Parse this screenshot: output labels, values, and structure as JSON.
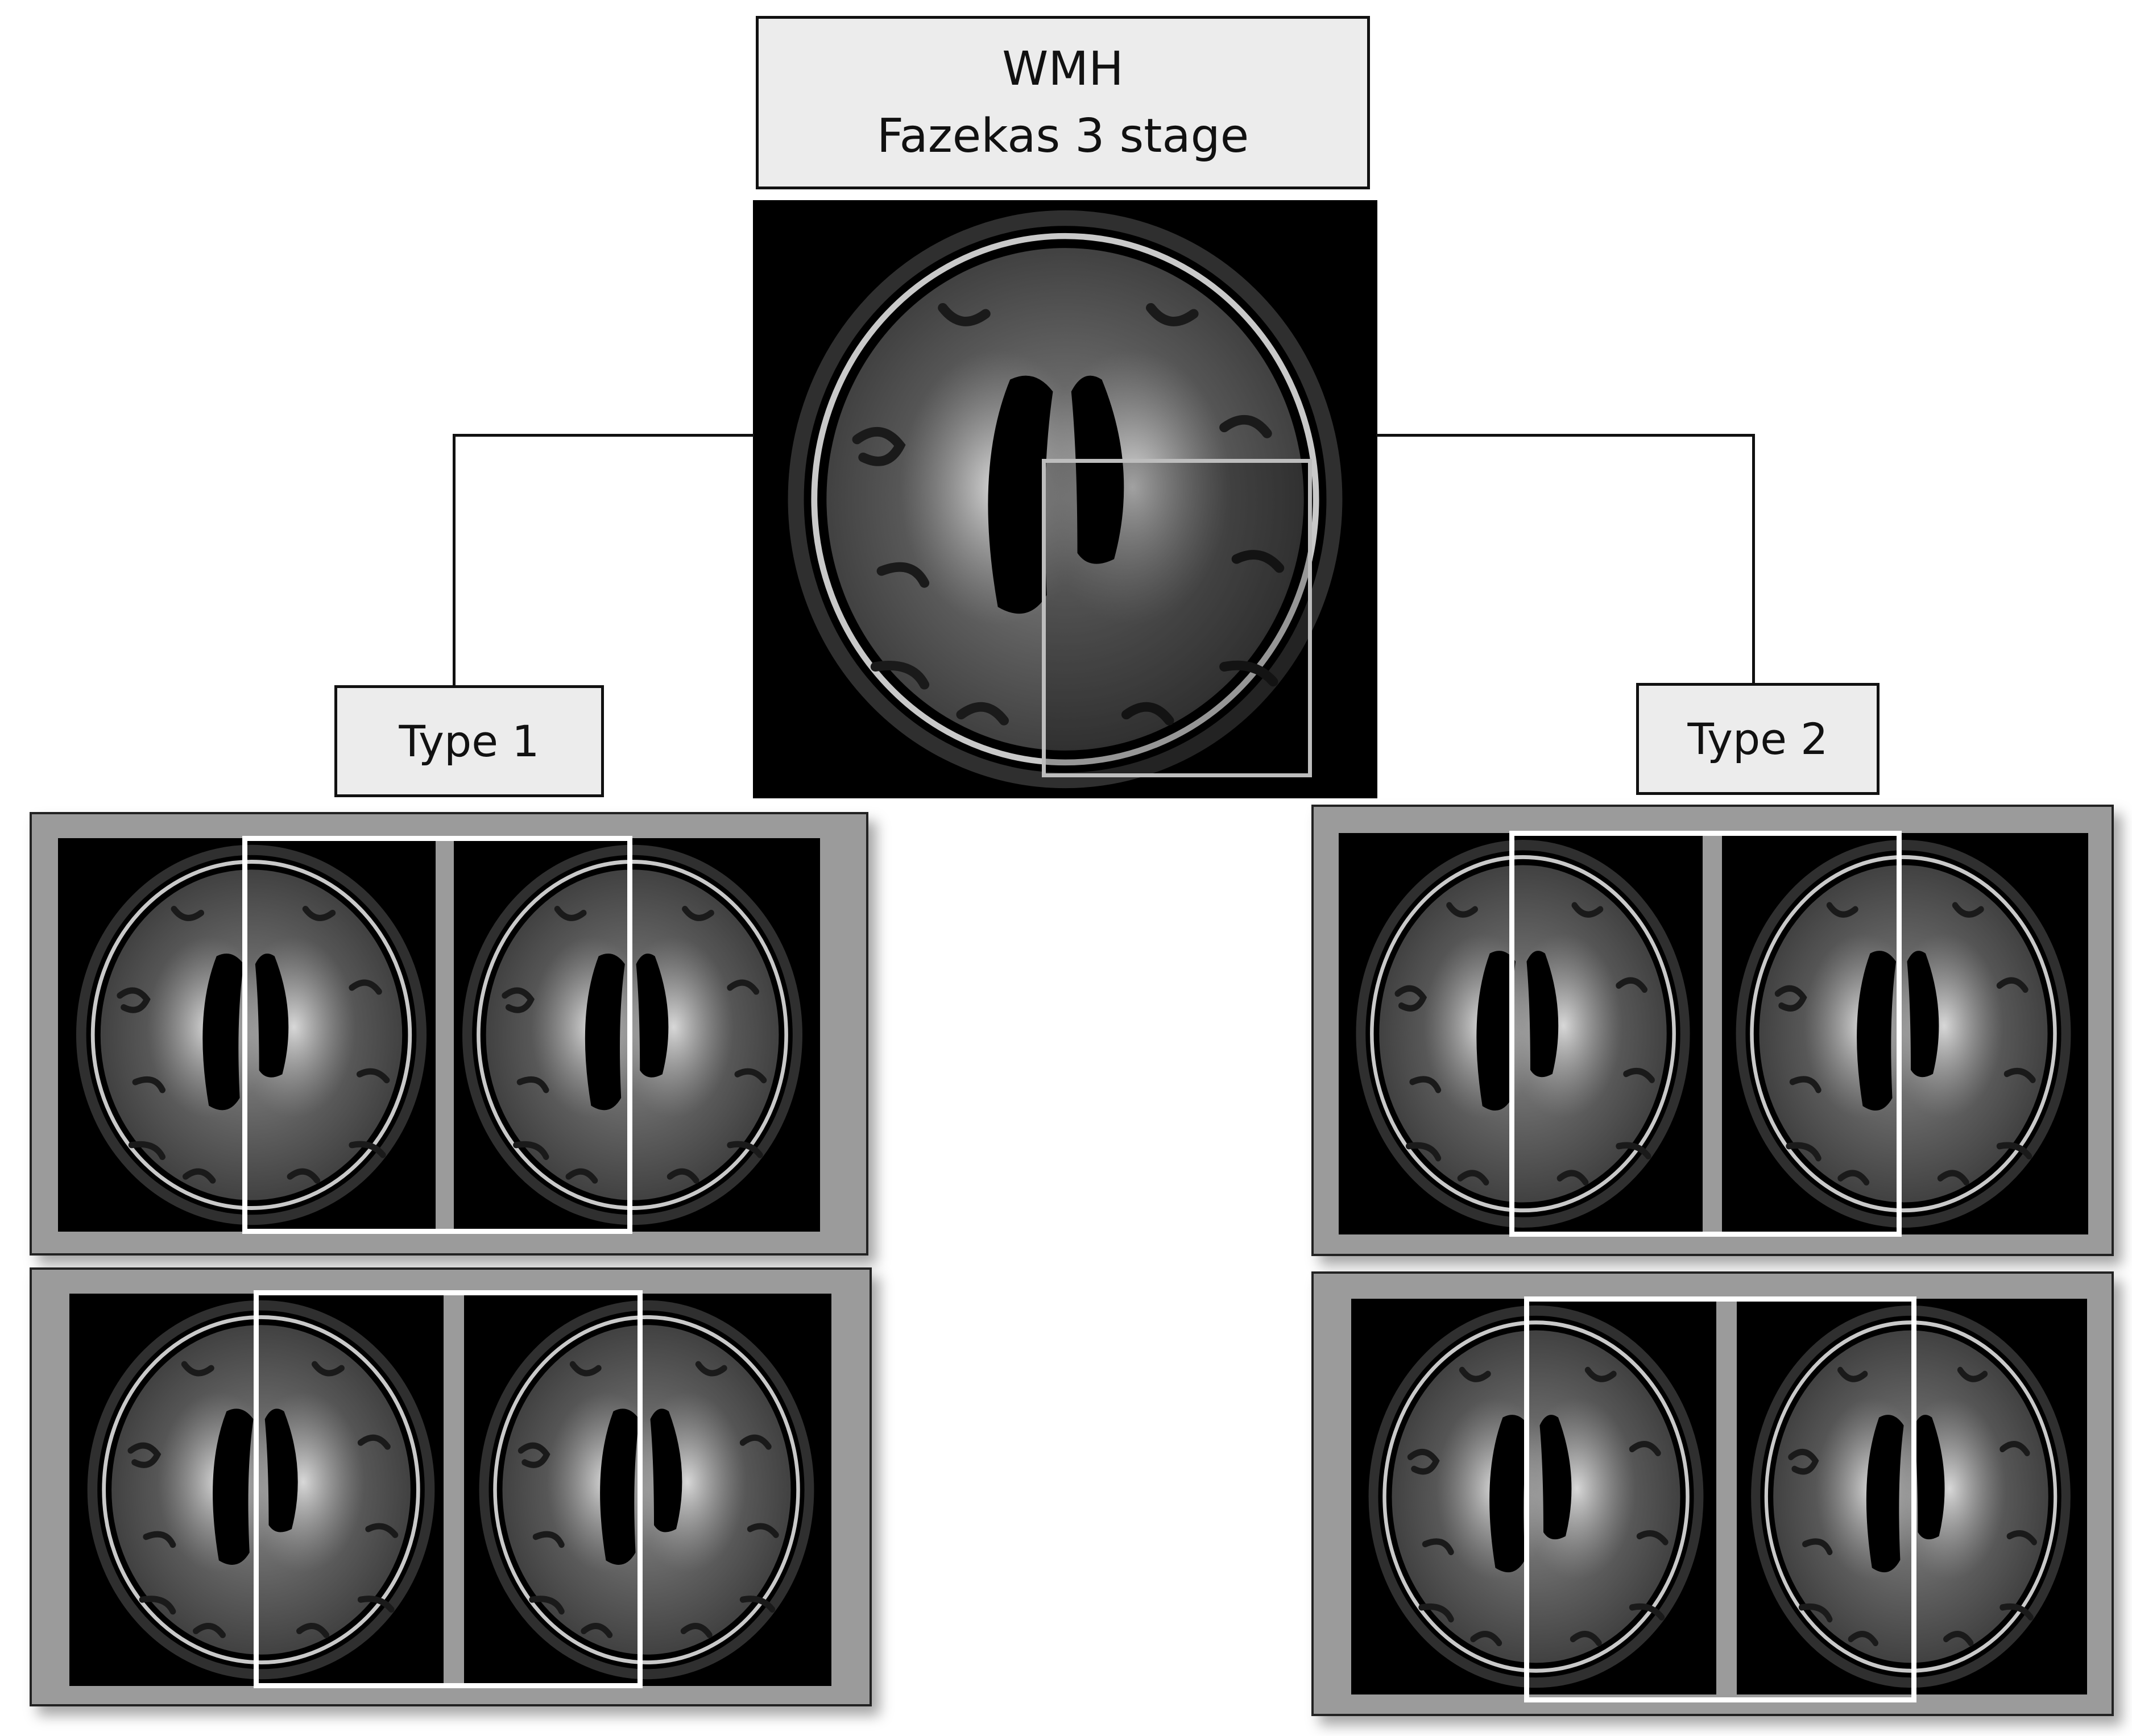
{
  "header": {
    "line1": "WMH",
    "line2": "Fazekas 3 stage"
  },
  "left_branch": {
    "label": "Type 1"
  },
  "right_branch": {
    "label": "Type 2"
  },
  "images": {
    "main_scan": "axial-flair-mri-brain",
    "type1_examples": [
      "axial-mri-brain-pair-1",
      "axial-mri-brain-pair-2"
    ],
    "type2_examples": [
      "axial-mri-brain-pair-1",
      "axial-mri-brain-pair-2"
    ]
  },
  "colors": {
    "box_fill": "#ececec",
    "panel_frame": "#9b9b9b",
    "highlight": "#ffffff",
    "scan_bg": "#000000"
  }
}
